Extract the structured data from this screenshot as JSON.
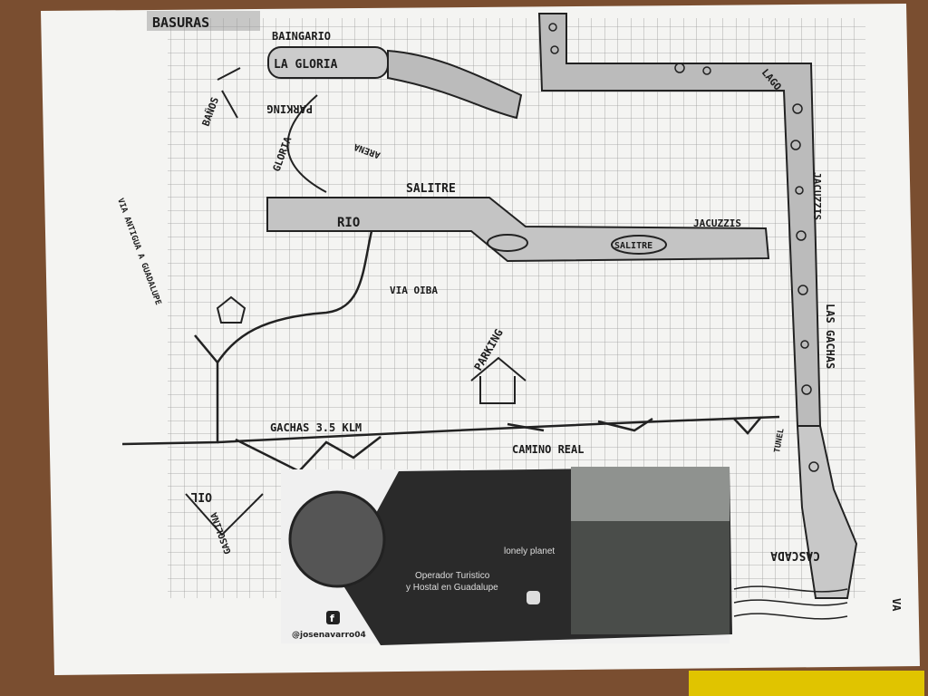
{
  "map": {
    "title": "BASURAS",
    "labels": {
      "balneario": "BAINGARIO",
      "la_gloria": "LA GLORIA",
      "banos": "BAÑOS",
      "gloria": "GLORIA",
      "parking_top": "PARKING",
      "arena": "ARENA",
      "salitre_top": "SALITRE",
      "rio": "RIO",
      "salitre_river": "SALITRE",
      "jacuzzis": "JACUZZIS",
      "lago": "LAGO",
      "jacuzzis_vertical": "JACUZZIS",
      "las_gachas": "LAS GACHAS",
      "via_oiba": "VIA OIBA",
      "via_antigua": "VIA ANTIGUA A GUADALUPE",
      "gachas_distance": "GACHAS 3.5 KLM",
      "camino_real": "CAMINO REAL",
      "parking_mid": "PARKING",
      "oil": "OIL",
      "gasolina": "GASOLINA",
      "tunel": "TUNEL",
      "cascada": "CASCADA",
      "va": "VA"
    }
  },
  "card": {
    "handle": "@josenavarro04",
    "brand": "lonely planet",
    "line1": "Operador Turistico",
    "line2": "y Hostal en Guadalupe"
  },
  "colors": {
    "wood": "#7a4e30",
    "paper": "#f4f4f2",
    "ink": "#1c1c1c",
    "water": "#b5b5b5"
  }
}
